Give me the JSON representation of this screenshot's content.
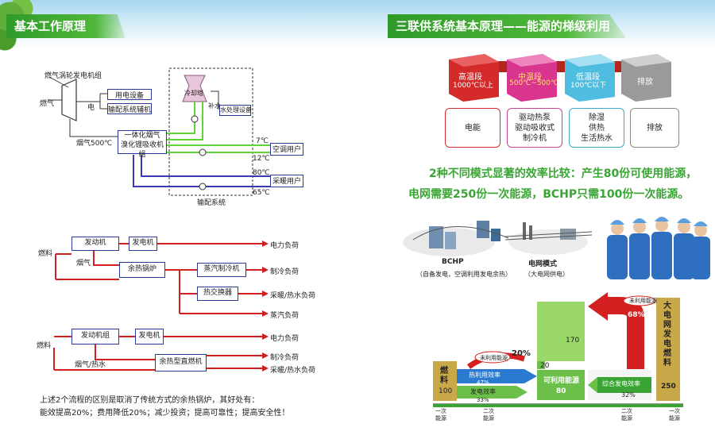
{
  "left_header": "基本工作原理",
  "right_header": "三联供系统基本原理——能源的梯级利用",
  "d1": {
    "turbine": "燃气涡轮发电机组",
    "fuel": "燃气",
    "elec": "电",
    "equip1": "用电设备",
    "equip2": "输配系统辅机",
    "exhaust": "烟气500℃",
    "absorber": "一体化烟气\n溴化锂吸收机组",
    "tower": "冷却塔",
    "makeup": "补水",
    "water": "水处理设备",
    "t7": "7℃",
    "t12": "12℃",
    "t80": "80℃",
    "t65": "65℃",
    "ac_user": "空调用户",
    "heat_user": "采暖用户",
    "system": "输配系统"
  },
  "d2": {
    "fuel": "燃料",
    "engine": "发动机",
    "gen": "发电机",
    "flue": "烟气",
    "boiler": "余热锅炉",
    "steam_chiller": "蒸汽制冷机",
    "hx": "热交换器",
    "l_power": "电力负荷",
    "l_cool": "制冷负荷",
    "l_heat": "采暖/热水负荷",
    "l_steam": "蒸汽负荷"
  },
  "d3": {
    "fuel": "燃料",
    "engine": "发动机组",
    "gen": "发电机",
    "flue": "烟气/热水",
    "chiller": "余热型直燃机",
    "l_power": "电力负荷",
    "l_cool": "制冷负荷",
    "l_heat": "采暖/热水负荷"
  },
  "summary1": "上述2个流程的区别是取消了传统方式的余热锅炉，其好处有：",
  "summary2": "能效提高20%；费用降低20%；减少投资；提高可靠性；提高安全性！",
  "cubes": [
    {
      "title": "高温段",
      "sub": "1000℃以上"
    },
    {
      "title": "中温段",
      "sub": "500℃~500℃"
    },
    {
      "title": "低温段",
      "sub": "100℃以下"
    },
    {
      "title": "排放",
      "sub": ""
    }
  ],
  "uses": [
    "电能",
    "驱动热泵\n驱动吸收式\n制冷机",
    "除湿\n供热\n生活热水",
    "排放"
  ],
  "compare1": "2种不同模式显著的效率比较：产生80份可使用能源，",
  "compare2": "电网需要250份一次能源，BCHP只需100份一次能源。",
  "bchp_label": "BCHP",
  "bchp_note": "（自备发电，空调利用发电余热）",
  "grid_label": "电网模式",
  "grid_note": "（大电网供电）",
  "chart": {
    "fuel_label": "燃\n料",
    "fuel_value": "100",
    "waste_label": "未利用能源",
    "waste_pct": "20%",
    "heat_eff": "热利用效率",
    "heat_pct": "47%",
    "gen_eff": "发电效率",
    "gen_pct": "33%",
    "v20": "20",
    "v170": "170",
    "usable": "可利用能源",
    "usable_value": "80",
    "combined": "综合发电效率",
    "combined_pct": "32%",
    "waste2_label": "未利用能源",
    "waste2_pct": "68%",
    "grid_fuel": "大\n电\n网\n发\n电\n燃\n料",
    "grid_value": "250",
    "primary1": "一次\n能源",
    "secondary1": "二次\n能源",
    "secondary2": "二次\n能源",
    "primary2": "一次\n能源"
  }
}
